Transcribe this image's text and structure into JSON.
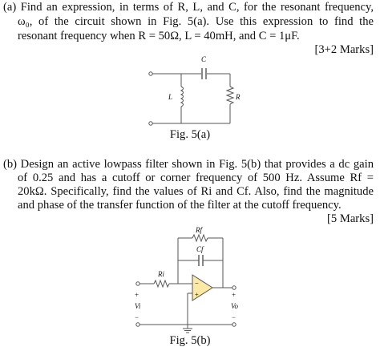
{
  "part_a": {
    "lines": [
      "(a) Find an expression, in terms of R, L, and C, for the resonant frequency,",
      "ω₀, of the circuit shown in Fig. 5(a). Use this expression to find the",
      "resonant frequency when R = 50Ω, L = 40mH, and C = 1μF."
    ],
    "marks": "[3+2 Marks]",
    "figure": {
      "label_c": "C",
      "label_l": "L",
      "label_r": "R",
      "caption": "Fig. 5(a)"
    }
  },
  "part_b": {
    "lines": [
      "(b) Design an active lowpass filter shown in Fig. 5(b) that provides a dc gain",
      "of 0.25 and has a cutoff or corner frequency of 500 Hz. Assume Rf =",
      "20kΩ. Specifically, find the values of Ri and Cf. Also, find the magnitude",
      "and phase of the transfer function of the filter at the cutoff frequency."
    ],
    "marks": "[5 Marks]",
    "figure": {
      "label_rf": "Rf",
      "label_cf": "Cf",
      "label_ri": "Ri",
      "label_vi": "Vi",
      "label_vo": "Vo",
      "plus": "+",
      "minus": "−",
      "caption": "Fig. 5(b)"
    }
  }
}
